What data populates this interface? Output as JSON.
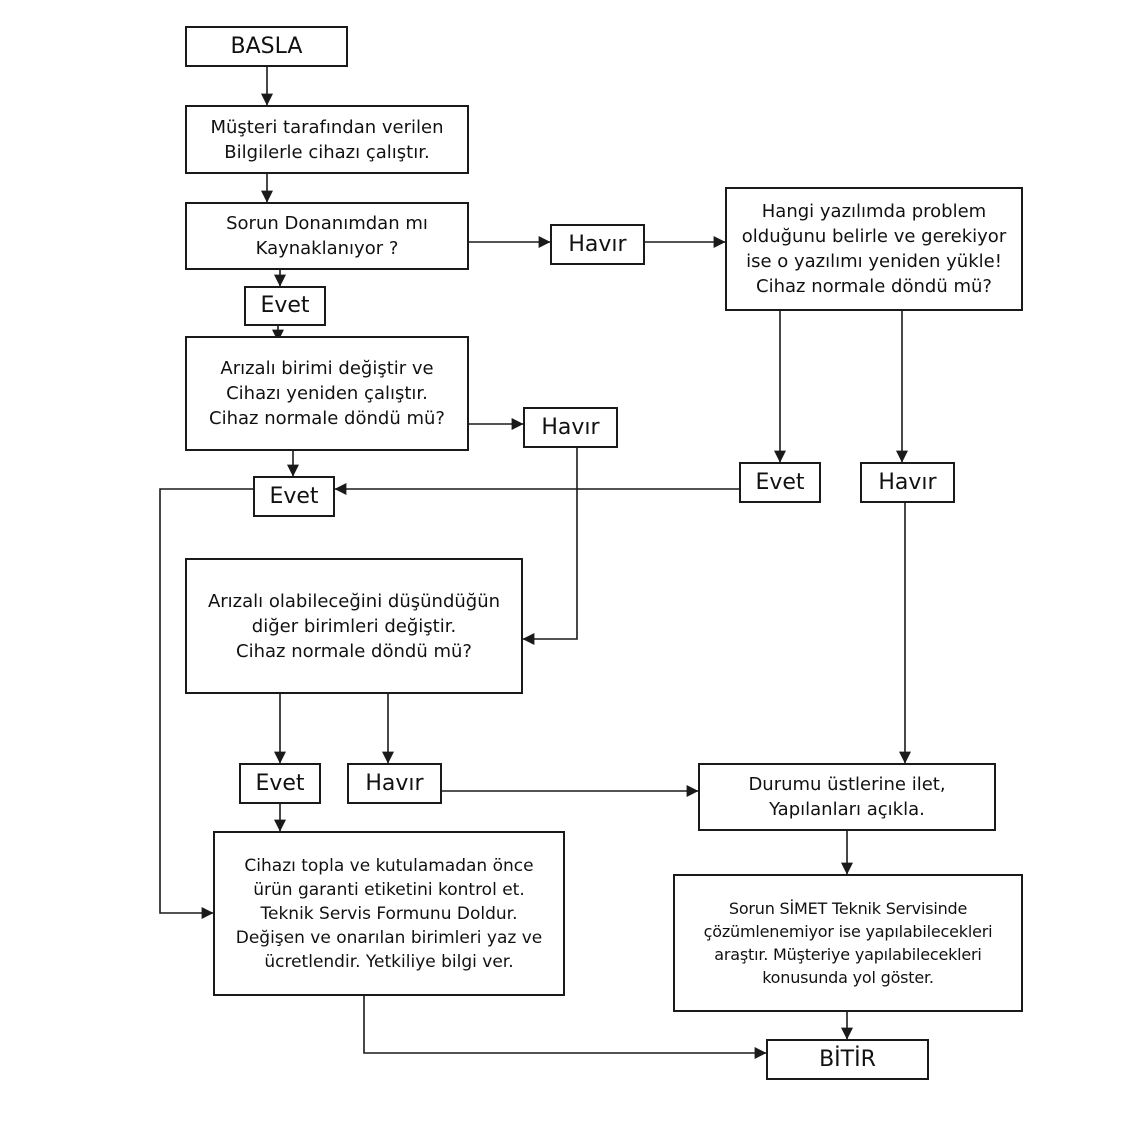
{
  "flowchart": {
    "start": "BASLA",
    "run_device": [
      "Müşteri tarafından verilen",
      "Bilgilerle cihazı çalıştır."
    ],
    "hardware_question": [
      "Sorun Donanımdan mı",
      "Kaynaklanıyor ?"
    ],
    "software_step": [
      "Hangi yazılımda problem",
      "olduğunu belirle ve gerekiyor",
      "ise o yazılımı yeniden yükle!",
      "Cihaz normale döndü mü?"
    ],
    "replace_faulty": [
      "Arızalı birimi değiştir ve",
      "Cihazı yeniden çalıştır.",
      "Cihaz normale döndü mü?"
    ],
    "replace_others": [
      "Arızalı olabileceğini düşündüğün",
      "diğer birimleri değiştir.",
      "Cihaz normale döndü mü?"
    ],
    "escalate": [
      "Durumu üstlerine ilet,",
      "Yapılanları açıkla."
    ],
    "pack_device": [
      "Cihazı topla ve kutulamadan önce",
      "ürün garanti etiketini kontrol et.",
      "Teknik Servis Formunu Doldur.",
      "Değişen ve onarılan birimleri yaz ve",
      "ücretlendir. Yetkiliye bilgi ver."
    ],
    "research": [
      "Sorun SİMET Teknik Servisinde",
      "çözümlenemiyor ise yapılabilecekleri",
      "araştır. Müşteriye yapılabilecekleri",
      "konusunda yol göster."
    ],
    "end": "BİTİR",
    "yes_label": "Evet",
    "no_label": "Havır"
  }
}
